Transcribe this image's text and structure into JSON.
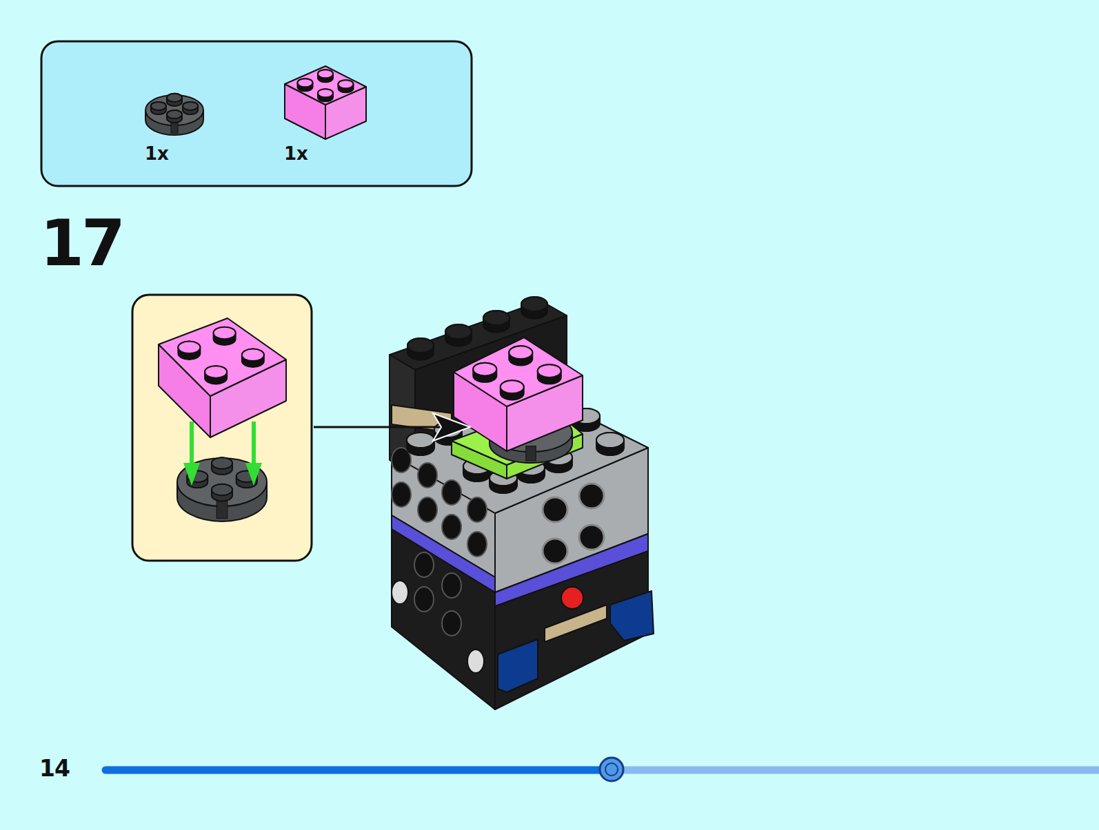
{
  "diagram": {
    "nodes": [
      {
        "text": [
          "1x",
          "1x"
        ]
      }
    ],
    "labels": [
      "17",
      "14"
    ]
  }
}
